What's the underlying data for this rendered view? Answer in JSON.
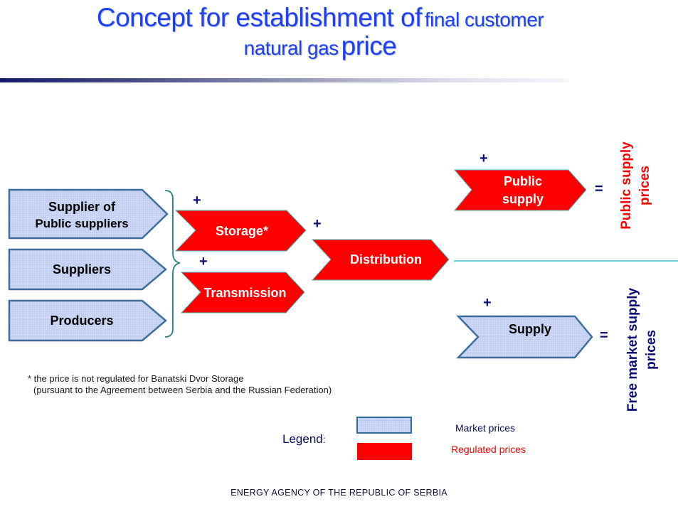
{
  "title": {
    "line1_big": "Concept for establishment of",
    "line1_small": "final customer",
    "line2_small": "natural gas",
    "line2_big": "price"
  },
  "colors": {
    "title": "#1f3ff0",
    "market_fill": "#c5d1f2",
    "market_border": "#3d6e9c",
    "regulated_fill": "#ff0000",
    "operator_text": "#0b0b7a",
    "bracket": "#2a8080",
    "divider": "#33c0c8"
  },
  "sources": [
    {
      "label_line1": "Supplier  of",
      "label_line2": "Public suppliers",
      "price_type": "market"
    },
    {
      "label_line1": "Suppliers",
      "label_line2": "",
      "price_type": "market"
    },
    {
      "label_line1": "Producers",
      "label_line2": "",
      "price_type": "market"
    }
  ],
  "stages": {
    "storage": {
      "label": "Storage*",
      "price_type": "regulated",
      "operator": "+"
    },
    "transmission": {
      "label": "Transmission",
      "price_type": "regulated",
      "operator": "+"
    },
    "distribution": {
      "label": "Distribution",
      "price_type": "regulated",
      "operator": "+"
    },
    "public_supply": {
      "label_line1": "Public",
      "label_line2": "supply",
      "price_type": "regulated",
      "operator": "+"
    },
    "supply": {
      "label": "Supply",
      "price_type": "market",
      "operator": "+"
    }
  },
  "results": {
    "public": {
      "operator": "=",
      "line1": "Public  supply",
      "line2": "prices"
    },
    "free": {
      "operator": "=",
      "line1": "Free market supply",
      "line2": "prices"
    }
  },
  "footnote": {
    "line1": "* the price is not regulated for Banatski Dvor Storage",
    "line2": "(pursuant to the Agreement between Serbia and the Russian Federation)"
  },
  "legend": {
    "title": "Legend",
    "colon": ":",
    "items": [
      {
        "label": "Market prices",
        "type": "market"
      },
      {
        "label": "Regulated prices",
        "type": "regulated"
      }
    ]
  },
  "footer": "ENERGY AGENCY OF THE REPUBLIC OF SERBIA"
}
